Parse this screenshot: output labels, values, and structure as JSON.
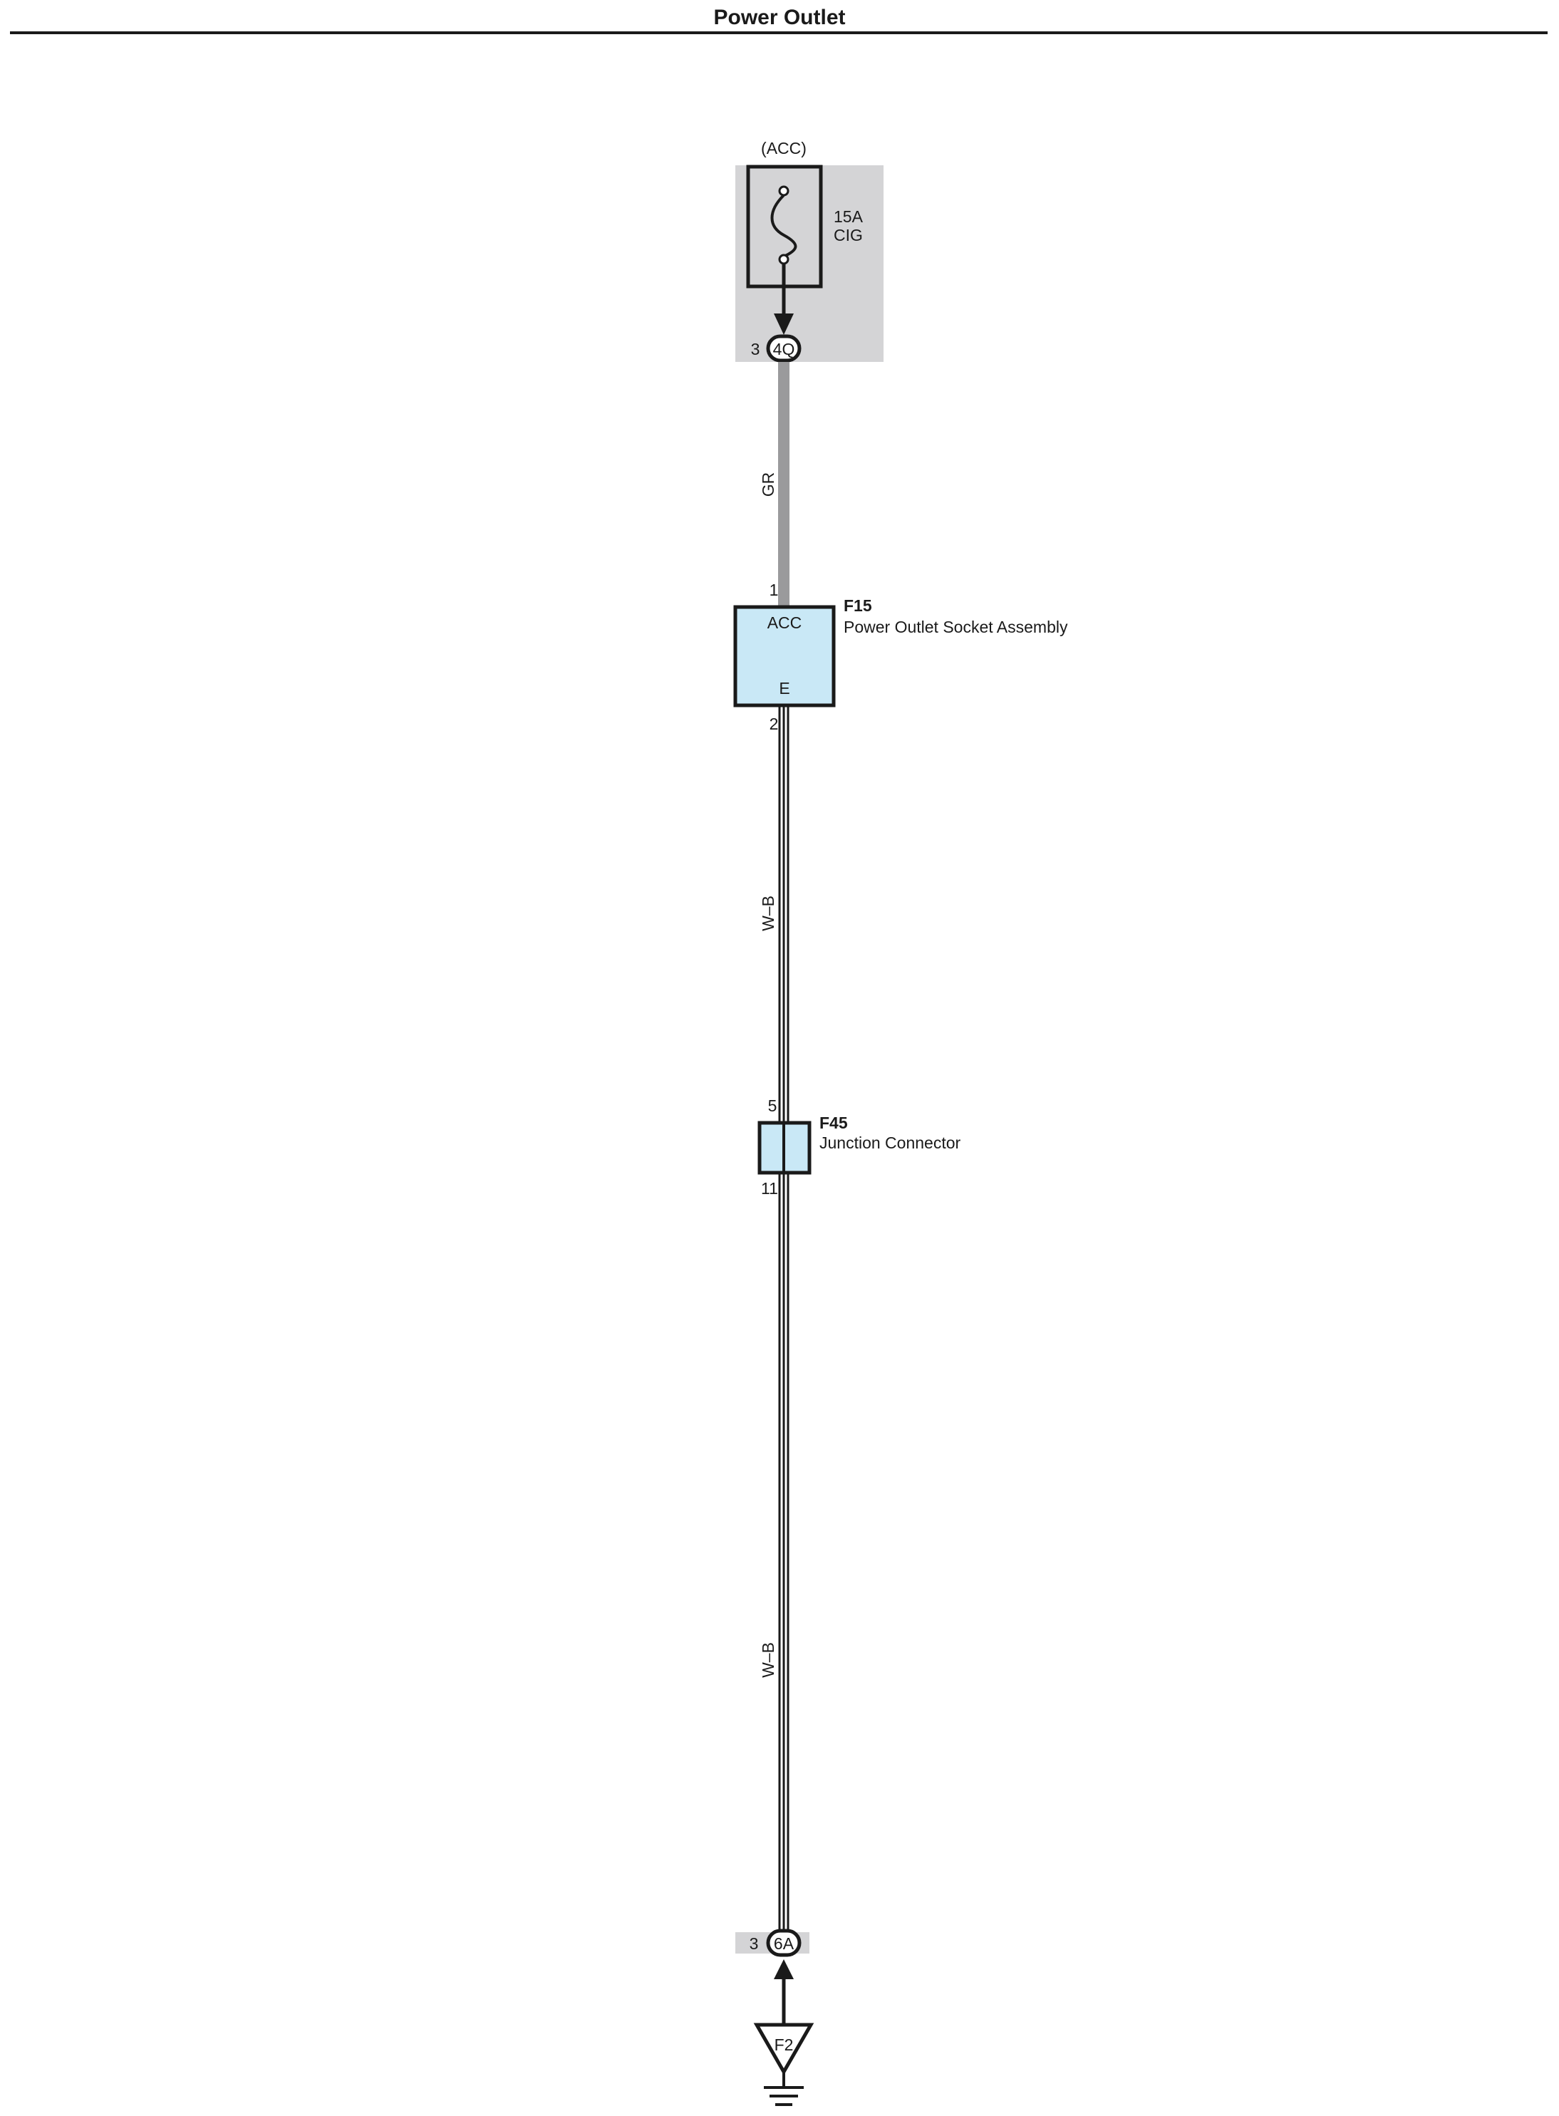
{
  "title": "Power Outlet",
  "power_source": {
    "label": "(ACC)"
  },
  "fuse": {
    "rating": "15A",
    "name": "CIG"
  },
  "top_connector": {
    "pin": "3",
    "code": "4Q"
  },
  "wires": [
    {
      "id": "wire-gr",
      "color_code": "GR"
    },
    {
      "id": "wire-wb-upper",
      "color_code": "W–B"
    },
    {
      "id": "wire-wb-lower",
      "color_code": "W–B"
    }
  ],
  "f15": {
    "code": "F15",
    "name": "Power Outlet Socket Assembly",
    "pin_in": "1",
    "pin_out": "2",
    "terminal_top": "ACC",
    "terminal_bottom": "E"
  },
  "f45": {
    "code": "F45",
    "name": "Junction Connector",
    "pin_in": "5",
    "pin_out": "11"
  },
  "bottom_connector": {
    "pin": "3",
    "code": "6A"
  },
  "ground": {
    "code": "F2"
  },
  "colors": {
    "gray_box": "#d4d4d6",
    "gr_wire": "#9a9a9c",
    "component_fill": "#c9e8f6",
    "ink": "#1a1a1a"
  }
}
